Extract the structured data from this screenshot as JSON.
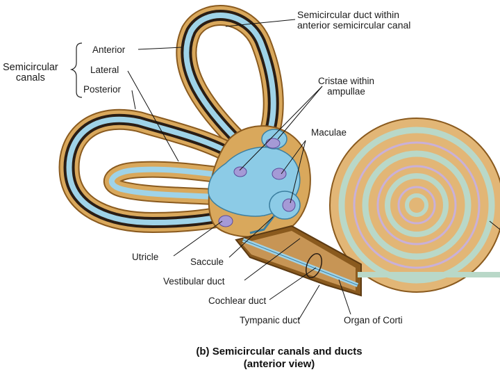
{
  "labels": {
    "semicircular_duct": "Semicircular duct within\nanterior semicircular canal",
    "semicircular_canals": "Semicircular\ncanals",
    "anterior": "Anterior",
    "lateral": "Lateral",
    "posterior": "Posterior",
    "cristae": "Cristae within\nampullae",
    "maculae": "Maculae",
    "utricle": "Utricle",
    "saccule": "Saccule",
    "vestibular_duct": "Vestibular duct",
    "cochlear_duct": "Cochlear duct",
    "tympanic_duct": "Tympanic duct",
    "organ_of_corti": "Organ of Corti"
  },
  "caption": "(b) Semicircular canals and ducts\n(anterior view)",
  "colors": {
    "bony_labyrinth": "#d9a85c",
    "bony_outline": "#8a5a1e",
    "perilymph_dark": "#2a1d14",
    "duct_blue": "#9fd3e8",
    "duct_outline": "#3c7fa0",
    "vestibule_blue": "#8ccbe6",
    "cochlea_tan": "#e2b676",
    "cochlea_green": "#b9d8c8",
    "macula_purple": "#a59ad6"
  }
}
